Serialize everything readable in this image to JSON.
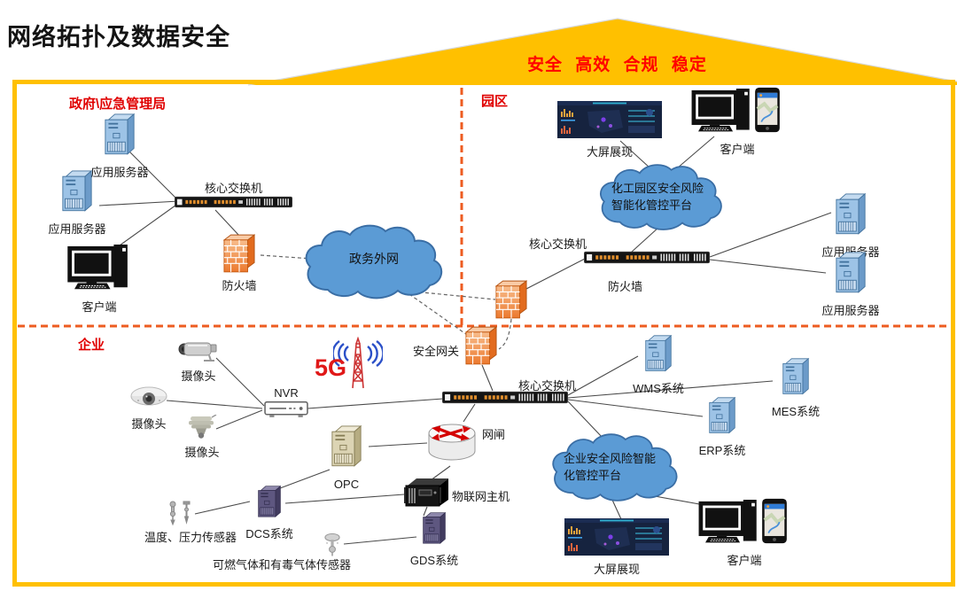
{
  "title": "网络拓扑及数据安全",
  "banner": {
    "text": "安全 高效 合规 稳定"
  },
  "zones": {
    "government": "政府\\应急管理局",
    "park": "园区",
    "enterprise": "企业"
  },
  "nodes": {
    "gov_app_server_1": "应用服务器",
    "gov_app_server_2": "应用服务器",
    "gov_client": "客户端",
    "gov_core_switch": "核心交换机",
    "gov_firewall": "防火墙",
    "gov_cloud": "政务外网",
    "park_bigscreen": "大屏展现",
    "park_client": "客户端",
    "park_cloud": "化工园区安全风险智能化管控平台",
    "park_core_switch": "核心交换机",
    "park_firewall": "防火墙",
    "park_app_server_1": "应用服务器",
    "park_app_server_2": "应用服务器",
    "ent_camera_1": "摄像头",
    "ent_camera_2": "摄像头",
    "ent_camera_3": "摄像头",
    "ent_nvr": "NVR",
    "ent_5g": "5G",
    "ent_security_gateway": "安全网关",
    "ent_core_switch": "核心交换机",
    "ent_gap": "网闸",
    "ent_wms": "WMS系统",
    "ent_mes": "MES系统",
    "ent_erp": "ERP系统",
    "ent_opc": "OPC",
    "ent_iot_host": "物联网主机",
    "ent_dcs": "DCS系统",
    "ent_gds": "GDS系统",
    "ent_temp_sensor": "温度、压力传感器",
    "ent_gas_sensor": "可燃气体和有毒气体传感器",
    "ent_cloud": "企业安全风险智能化管控平台",
    "ent_bigscreen": "大屏展现",
    "ent_client": "客户端"
  },
  "colors": {
    "accent_yellow": "#FFC000",
    "banner_text_red": "#FF0000",
    "zone_label_red": "#E00000",
    "divider_orange": "#ED5C21",
    "cloud_blue": "#5B9BD5",
    "firewall_orange": "#ED7D31",
    "server_blue": "#9DC3E6"
  }
}
